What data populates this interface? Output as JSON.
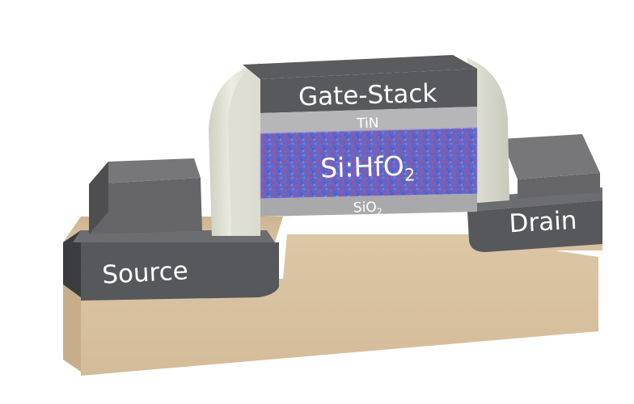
{
  "diagram": {
    "labels": {
      "gate_stack": "Gate-Stack",
      "tin": "TiN",
      "dielectric": "Si:HfO",
      "dielectric_subscript": "2",
      "interface": "SiO",
      "interface_subscript": "2",
      "source": "Source",
      "drain": "Drain"
    }
  }
}
